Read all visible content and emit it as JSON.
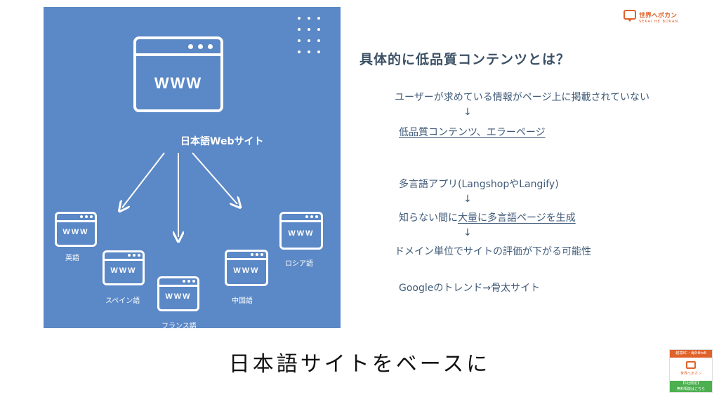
{
  "left_panel": {
    "main_site": {
      "icon_text": "WWW",
      "label": "日本語Webサイト"
    },
    "languages": [
      {
        "label": "英語",
        "icon_text": "WWW"
      },
      {
        "label": "スペイン語",
        "icon_text": "WWW"
      },
      {
        "label": "フランス語",
        "icon_text": "WWW"
      },
      {
        "label": "中国語",
        "icon_text": "WWW"
      },
      {
        "label": "ロシア語",
        "icon_text": "WWW"
      }
    ]
  },
  "brand": {
    "name": "世界へボカン",
    "subtitle": "SEKAI HE BOKAN"
  },
  "right_panel": {
    "heading": "具体的に低品質コンテンツとは？",
    "flow1": {
      "line1": "ユーザーが求めている情報がページ上に掲載されていない",
      "arrow": "↓",
      "line2": "低品質コンテンツ、エラーページ"
    },
    "flow2": {
      "line1": "多言語アプリ(LangshopやLangify)",
      "arrow1": "↓",
      "line2_prefix": "知らない間に",
      "line2_underlined": "大量に多言語ページを生成",
      "arrow2": "↓",
      "line3": "ドメイン単位でサイトの評価が下がる可能性"
    },
    "note": "Googleのトレンド→骨太サイト"
  },
  "caption": "日本語サイトをベースに",
  "badge": {
    "top": "越境EC・海外BtoB",
    "name": "世界へボカン",
    "bottom_line1": "【5社限定】",
    "bottom_line2": "無料相談はこちら"
  },
  "colors": {
    "panel_bg": "#5b88c6",
    "heading": "#3c5166",
    "text": "#3f5a78",
    "brand_orange": "#e0622b",
    "badge_green": "#4caf50"
  }
}
